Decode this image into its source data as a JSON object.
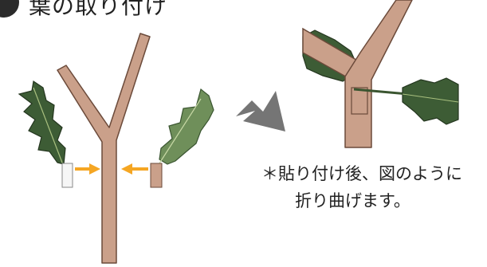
{
  "heading": {
    "text": "葉の取り付け"
  },
  "note": {
    "line1": "＊貼り付け後、図のように",
    "line2": "折り曲げます。"
  },
  "colors": {
    "branch": "#caa08a",
    "branch_stroke": "#6b4a3a",
    "leaf_dark": "#3d5c35",
    "leaf_light": "#6f8f5a",
    "arrow_yellow": "#f5a623",
    "big_arrow": "#757575"
  },
  "icons": {
    "step_marker": "step-number-badge",
    "next_arrow": "right-arrow-icon"
  }
}
